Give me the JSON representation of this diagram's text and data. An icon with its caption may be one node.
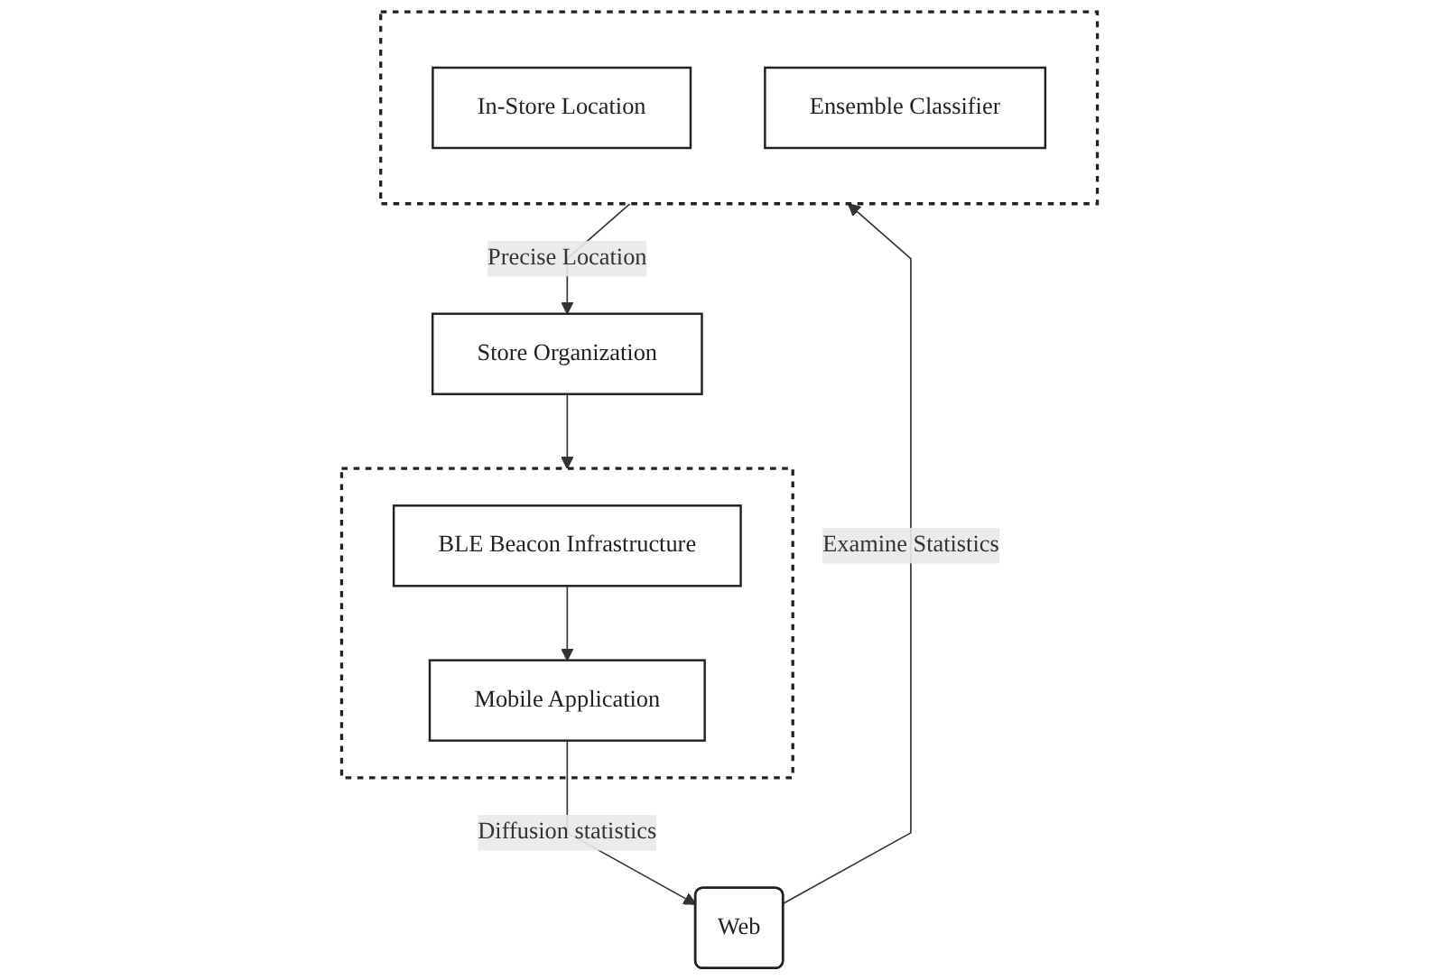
{
  "diagram": {
    "nodes": [
      {
        "text": [],
        "shape": "box"
      },
      {
        "text": [
          "BLE Beacon Infrastructure"
        ],
        "in": 0
      },
      {
        "text": [
          "Mobile Application"
        ],
        "in": 0
      },
      {
        "text": [
          "Store Organization"
        ]
      },
      {
        "text": [],
        "shape": "box"
      },
      {
        "text": [
          "In-Store Location"
        ],
        "in": 4
      },
      {
        "text": [
          "Ensemble Classifier"
        ],
        "in": 4
      },
      {
        "text": [
          "Web"
        ]
      }
    ],
    "edges": [
      {
        "from": 3,
        "to": 0,
        "arrow": "to"
      },
      {
        "from": 1,
        "to": 2,
        "arrow": "to"
      },
      {
        "from": 2,
        "to": 7,
        "arrow": "to",
        "label": "Diffusion statistics"
      },
      {
        "from": 7,
        "to": 4,
        "arrow": "to",
        "label": "Examine Statistics"
      },
      {
        "from": 4,
        "to": 3,
        "arrow": "to",
        "label": "Precise Location"
      }
    ]
  }
}
